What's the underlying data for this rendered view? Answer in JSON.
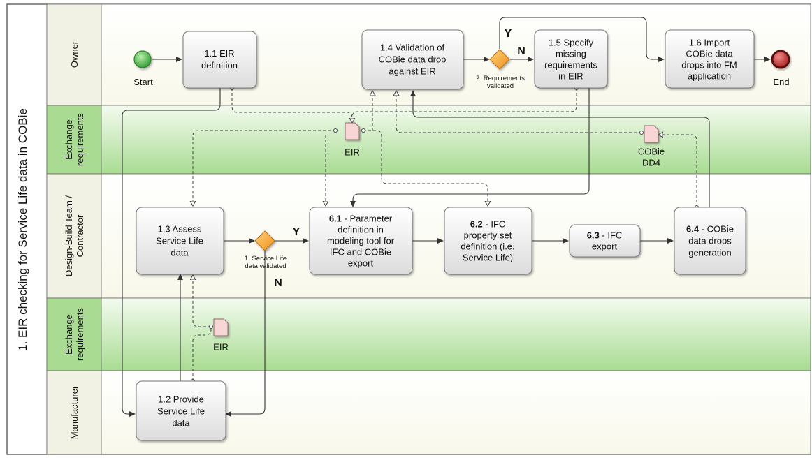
{
  "pool": {
    "title": "1. EIR checking for Service Life data in COBie",
    "lanes": [
      {
        "label": [
          "Owner"
        ]
      },
      {
        "label": [
          "Exchange",
          "requirements"
        ]
      },
      {
        "label": [
          "Design-Build Team /",
          "Contractor"
        ]
      },
      {
        "label": [
          "Exchange",
          "requirements"
        ]
      },
      {
        "label": [
          "Manufacturer"
        ]
      }
    ]
  },
  "events": {
    "start": "Start",
    "end": "End"
  },
  "tasks": {
    "t11": {
      "lines": [
        [
          "",
          "1.1 EIR"
        ],
        [
          "",
          "definition"
        ]
      ]
    },
    "t14": {
      "lines": [
        [
          "",
          "1.4 Validation of"
        ],
        [
          "",
          "COBie data drop"
        ],
        [
          "",
          "against EIR"
        ]
      ]
    },
    "t15": {
      "lines": [
        [
          "",
          "1.5 Specify"
        ],
        [
          "",
          "missing"
        ],
        [
          "",
          "requirements"
        ],
        [
          "",
          "in EIR"
        ]
      ]
    },
    "t16": {
      "lines": [
        [
          "",
          "1.6 Import"
        ],
        [
          "",
          "COBie data"
        ],
        [
          "",
          "drops into FM"
        ],
        [
          "",
          "application"
        ]
      ]
    },
    "t13": {
      "lines": [
        [
          "",
          "1.3 Assess"
        ],
        [
          "",
          "Service Life"
        ],
        [
          "",
          "data"
        ]
      ]
    },
    "t61": {
      "lines": [
        [
          "6.1",
          " - Parameter"
        ],
        [
          "",
          "definition in"
        ],
        [
          "",
          "modeling tool for"
        ],
        [
          "",
          "IFC and COBie"
        ],
        [
          "",
          "export"
        ]
      ]
    },
    "t62": {
      "lines": [
        [
          "6.2",
          " - IFC"
        ],
        [
          "",
          "property set"
        ],
        [
          "",
          "definition (i.e."
        ],
        [
          "",
          "Service Life)"
        ]
      ]
    },
    "t63": {
      "lines": [
        [
          "6.3",
          " - IFC"
        ],
        [
          "",
          "export"
        ]
      ]
    },
    "t64": {
      "lines": [
        [
          "6.4",
          " - COBie"
        ],
        [
          "",
          "data drops"
        ],
        [
          "",
          "generation"
        ]
      ]
    },
    "t12": {
      "lines": [
        [
          "",
          "1.2 Provide"
        ],
        [
          "",
          "Service Life"
        ],
        [
          "",
          "data"
        ]
      ]
    }
  },
  "gateways": {
    "g1": {
      "label": [
        "1. Service Life",
        "data validated"
      ],
      "yes": "Y",
      "no": "N"
    },
    "g2": {
      "label": [
        "2. Requirements",
        "validated"
      ],
      "yes": "Y",
      "no": "N"
    }
  },
  "documents": {
    "eir_top": {
      "label": [
        "EIR"
      ]
    },
    "cobie": {
      "label": [
        "COBie",
        "DD4"
      ]
    },
    "eir_bottom": {
      "label": [
        "EIR"
      ]
    }
  },
  "colors": {
    "white_lane": "#fcfcf3",
    "green_lane": "#a9dc92",
    "task_fill": "#eeeeee",
    "gateway": "#f7a836",
    "start": "#3cab3c",
    "end": "#b8262a"
  }
}
